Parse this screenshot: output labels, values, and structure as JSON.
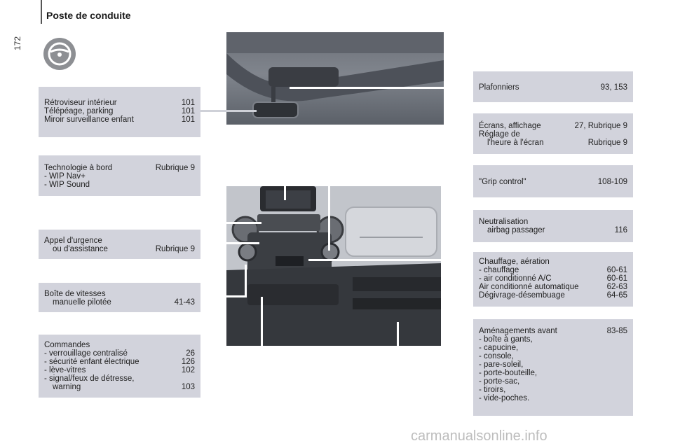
{
  "header": {
    "title": "Poste de conduite",
    "page_number": "172"
  },
  "left_boxes": [
    {
      "rows": [
        {
          "label": "Rétroviseur intérieur",
          "value": "101"
        },
        {
          "label": "Télépéage, parking",
          "value": "101"
        },
        {
          "label": "Miroir surveillance enfant",
          "value": "101"
        }
      ]
    },
    {
      "rows": [
        {
          "label": "Technologie à bord",
          "value": "Rubrique 9"
        },
        {
          "label": "-  WIP Nav+",
          "value": ""
        },
        {
          "label": "-  WIP Sound",
          "value": ""
        }
      ]
    },
    {
      "rows": [
        {
          "label": "Appel d'urgence",
          "value": ""
        },
        {
          "label": "ou d'assistance",
          "value": "Rubrique 9"
        }
      ]
    },
    {
      "rows": [
        {
          "label": "Boîte de vitesses",
          "value": ""
        },
        {
          "label": "manuelle pilotée",
          "value": "41-43"
        }
      ]
    },
    {
      "rows": [
        {
          "label": "Commandes",
          "value": ""
        },
        {
          "label": "-  verrouillage centralisé",
          "value": "26"
        },
        {
          "label": "-  sécurité enfant électrique",
          "value": "126"
        },
        {
          "label": "-  lève-vitres",
          "value": "102"
        },
        {
          "label": "-  signal/feux de détresse,",
          "value": ""
        },
        {
          "label": "warning",
          "value": "103"
        }
      ]
    }
  ],
  "right_boxes": [
    {
      "rows": [
        {
          "label": "Plafonniers",
          "value": "93, 153"
        }
      ]
    },
    {
      "rows": [
        {
          "label": "Écrans, affichage",
          "value": "27, Rubrique 9"
        },
        {
          "label": "Réglage de",
          "value": ""
        },
        {
          "label": "l'heure à l'écran",
          "value": "Rubrique 9"
        }
      ]
    },
    {
      "rows": [
        {
          "label": "\"Grip control\"",
          "value": "108-109"
        }
      ]
    },
    {
      "rows": [
        {
          "label": "Neutralisation",
          "value": ""
        },
        {
          "label": "airbag passager",
          "value": "116"
        }
      ]
    },
    {
      "rows": [
        {
          "label": "Chauffage, aération",
          "value": ""
        },
        {
          "label": "-  chauffage",
          "value": "60-61"
        },
        {
          "label": "-  air conditionné A/C",
          "value": "60-61"
        },
        {
          "label": "Air conditionné automatique",
          "value": "62-63"
        },
        {
          "label": "Dégivrage-désembuage",
          "value": "64-65"
        }
      ]
    },
    {
      "rows": [
        {
          "label": "Aménagements avant",
          "value": "83-85"
        },
        {
          "label": "-  boîte à gants,",
          "value": ""
        },
        {
          "label": "-  capucine,",
          "value": ""
        },
        {
          "label": "-  console,",
          "value": ""
        },
        {
          "label": "-  pare-soleil,",
          "value": ""
        },
        {
          "label": "-  porte-bouteille,",
          "value": ""
        },
        {
          "label": "-  porte-sac,",
          "value": ""
        },
        {
          "label": "-  tiroirs,",
          "value": ""
        },
        {
          "label": "-  vide-poches.",
          "value": ""
        }
      ]
    }
  ],
  "watermark": "carmanualsonline.info",
  "icons": {
    "section": "steering-wheel-icon"
  }
}
